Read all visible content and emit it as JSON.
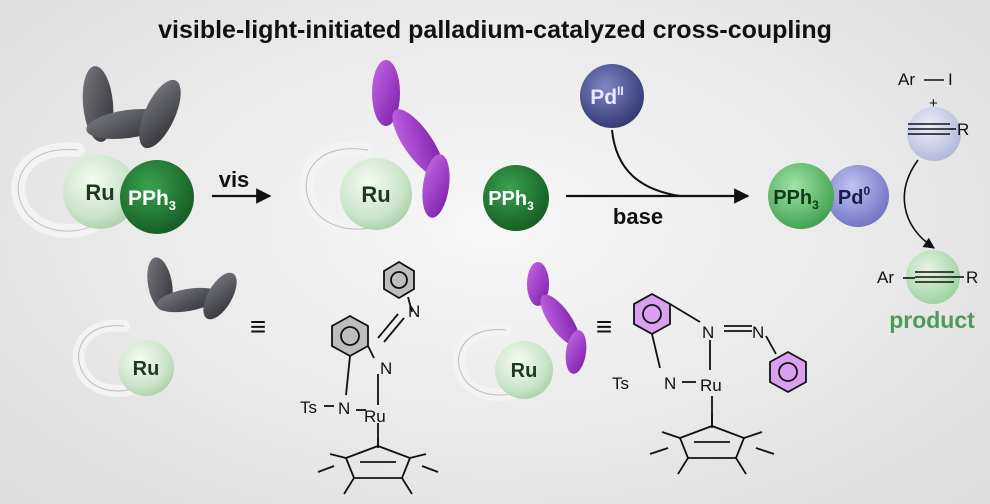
{
  "title": "visible-light-initiated palladium-catalyzed cross-coupling",
  "labels": {
    "ru": "Ru",
    "pph3_main": "PPh",
    "pph3_sub": "3",
    "vis": "vis",
    "base": "base",
    "pd_ii_main": "Pd",
    "pd_ii_sup": "II",
    "pd0_main": "Pd",
    "pd0_sup": "0",
    "ar": "Ar",
    "i": "I",
    "r": "R",
    "plus": "+",
    "product": "product",
    "equiv": "≡",
    "ts": "Ts",
    "n": "N"
  },
  "colors": {
    "dark_ligand": "#4a4a52",
    "purple_ligand": "#9a2cc7",
    "pph3_dark": "#1f7a33",
    "pph3_light": "#5bc46b",
    "pd_ii": "#46508e",
    "pd0": "#8e8fd6",
    "ru_sphere": "#cfe8cf",
    "product_text": "#4f9a5a",
    "purple_ring": "#c98fe0"
  }
}
